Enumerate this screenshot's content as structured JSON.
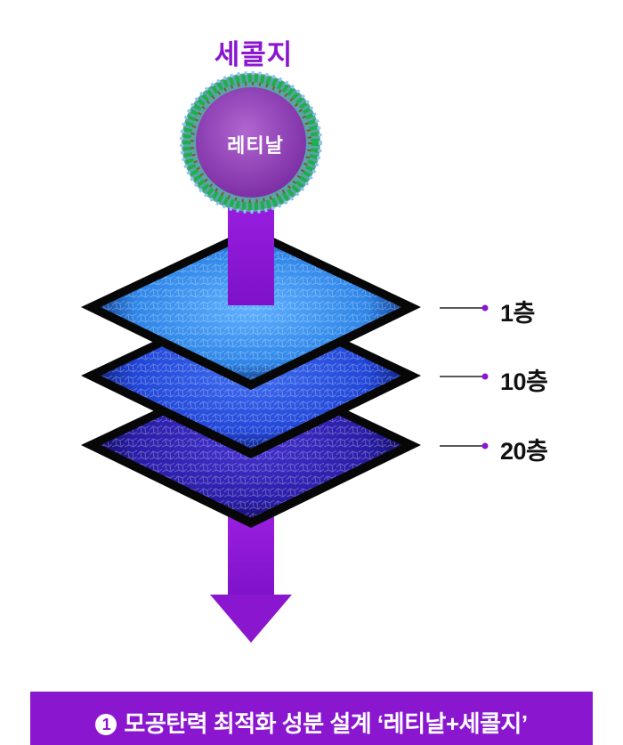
{
  "diagram": {
    "title": "세콜지",
    "core_label": "레티날",
    "layers": [
      {
        "label": "1층"
      },
      {
        "label": "10층"
      },
      {
        "label": "20층"
      }
    ],
    "colors": {
      "accent": "#8a17cf",
      "arrow": "#8a17cf",
      "layer_top": "#2f86e8",
      "layer_middle": "#2247d8",
      "layer_bottom": "#2a1ea8",
      "core": "#9444b4"
    }
  },
  "banner": {
    "number": "1",
    "text": "모공탄력 최적화 성분 설계 ‘레티날+세콜지’"
  }
}
